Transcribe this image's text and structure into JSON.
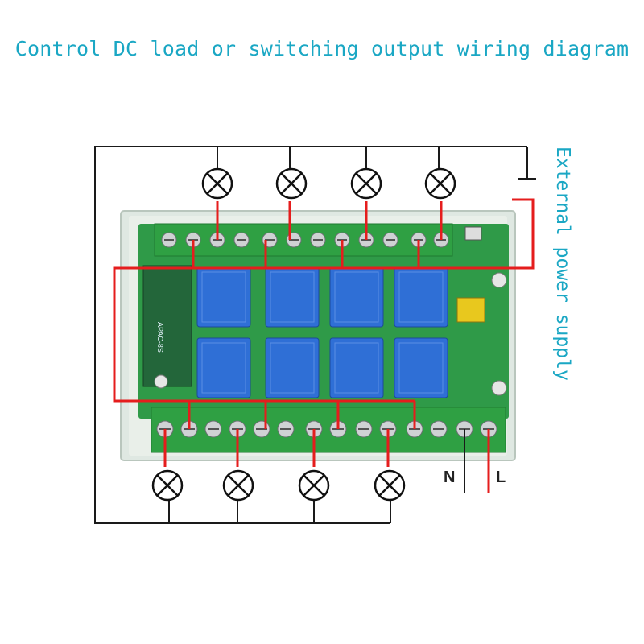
{
  "title": "Control DC load or switching output wiring diagram",
  "side_label": "External power supply",
  "terminal_labels": {
    "neutral": "N",
    "line": "L"
  },
  "board": {
    "model_text": "APAC-8S",
    "relay_count": 8,
    "relay_color": "#2f6fd6",
    "pcb_color": "#2f9a48",
    "terminal_color": "#2fa043"
  },
  "lamps": {
    "top_count": 4,
    "bottom_count": 4
  },
  "colors": {
    "title": "#1aa7c4",
    "wire_black": "#1a1a1a",
    "wire_red": "#e51d1d",
    "frame": "#d9e3dc"
  }
}
